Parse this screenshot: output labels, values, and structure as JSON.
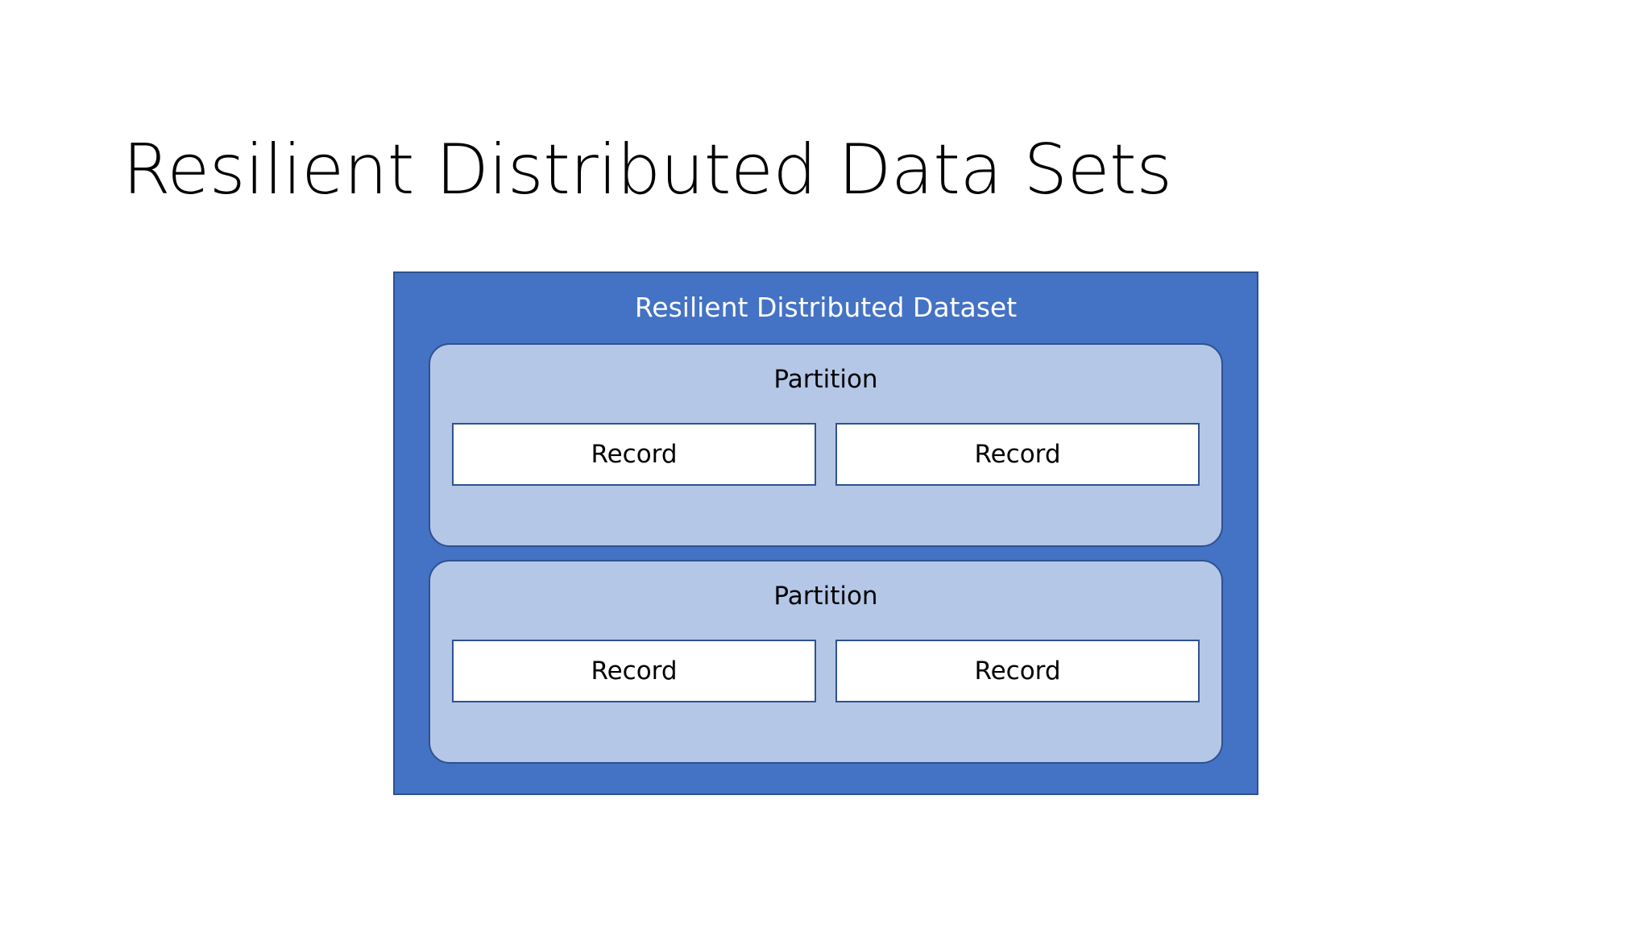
{
  "slide": {
    "title": "Resilient Distributed Data Sets",
    "background_color": "#FFFFFF"
  },
  "diagram": {
    "container": {
      "label": "Resilient Distributed Dataset",
      "fill_color": "#4472C4",
      "border_color": "#2F528F",
      "text_color": "#FFFFFF"
    },
    "partition_style": {
      "fill_color": "#B4C7E7",
      "border_color": "#2F528F",
      "text_color": "#000000"
    },
    "record_style": {
      "fill_color": "#FFFFFF",
      "border_color": "#2F528F",
      "text_color": "#000000"
    },
    "partitions": [
      {
        "label": "Partition",
        "records": [
          {
            "label": "Record"
          },
          {
            "label": "Record"
          }
        ]
      },
      {
        "label": "Partition",
        "records": [
          {
            "label": "Record"
          },
          {
            "label": "Record"
          }
        ]
      }
    ]
  }
}
